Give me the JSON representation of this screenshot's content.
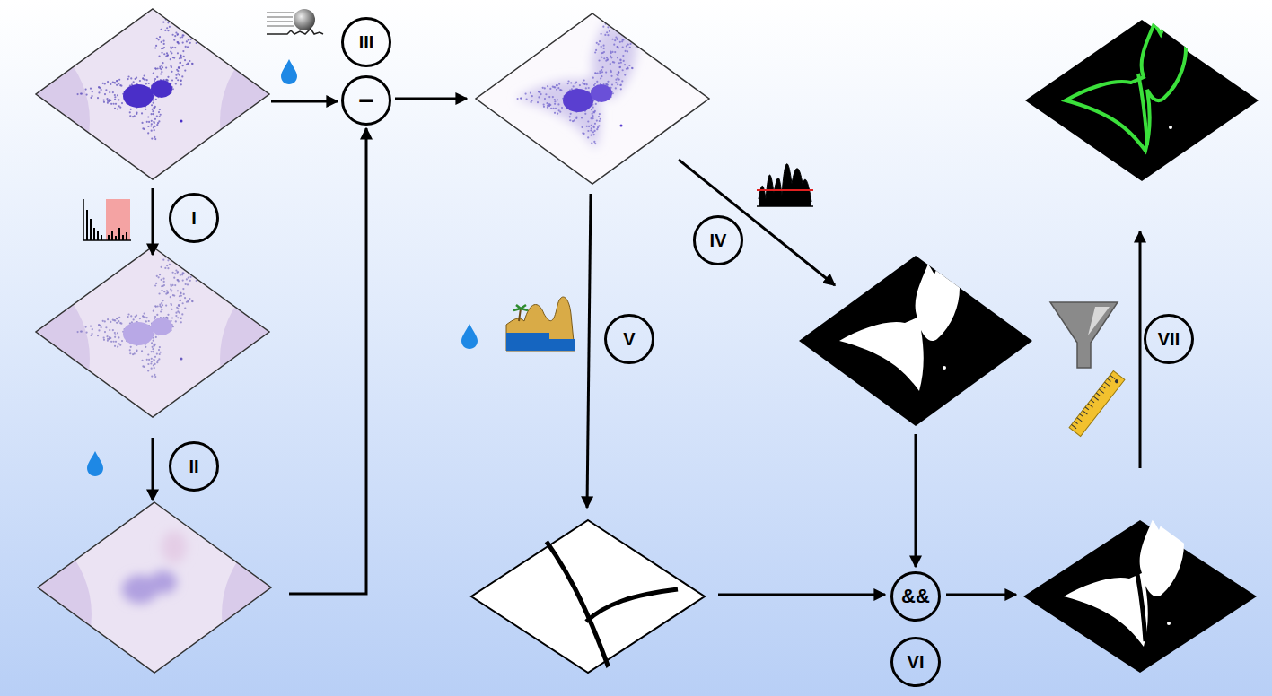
{
  "diagram": {
    "nodes": [
      {
        "text": [
          "III"
        ]
      },
      {
        "text": [
          "−"
        ]
      },
      {
        "text": [
          "I"
        ]
      },
      {
        "text": [
          "IV"
        ]
      },
      {
        "text": [
          "V"
        ]
      },
      {
        "text": [
          "VII"
        ]
      },
      {
        "text": [
          "II"
        ]
      },
      {
        "text": [
          "&&"
        ]
      },
      {
        "text": [
          "VI"
        ]
      }
    ]
  }
}
